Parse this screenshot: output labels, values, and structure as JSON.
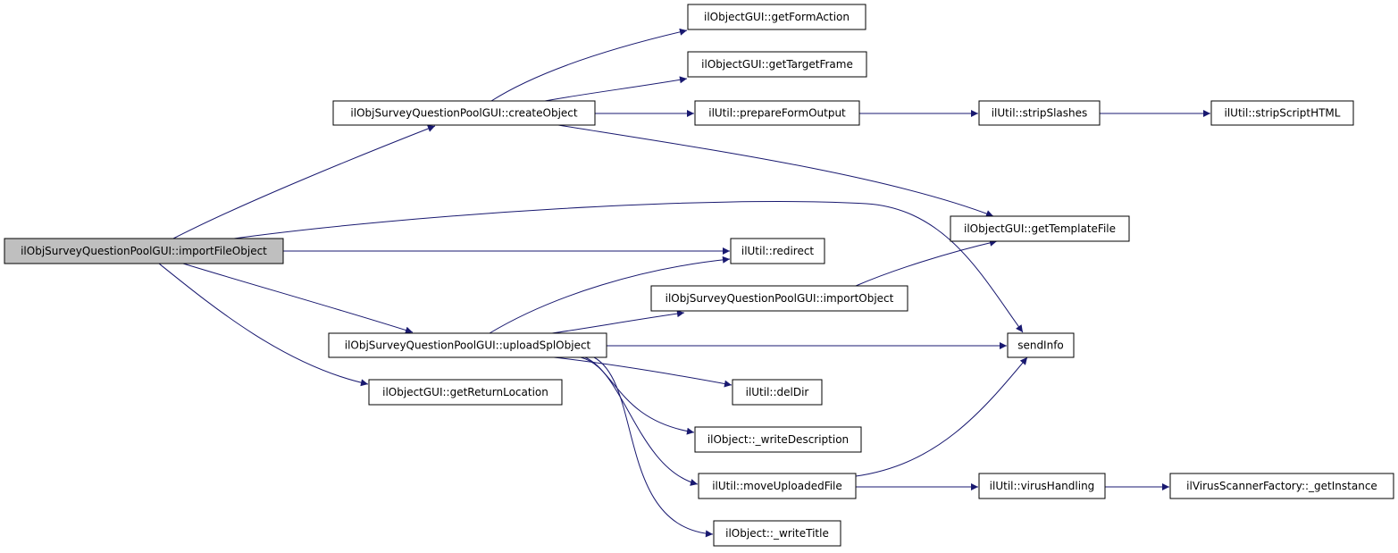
{
  "nodes": {
    "importFileObject": "ilObjSurveyQuestionPoolGUI::importFileObject",
    "createObject": "ilObjSurveyQuestionPoolGUI::createObject",
    "getFormAction": "ilObjectGUI::getFormAction",
    "getTargetFrame": "ilObjectGUI::getTargetFrame",
    "prepareFormOutput": "ilUtil::prepareFormOutput",
    "stripSlashes": "ilUtil::stripSlashes",
    "stripScriptHTML": "ilUtil::stripScriptHTML",
    "getTemplateFile": "ilObjectGUI::getTemplateFile",
    "redirect": "ilUtil::redirect",
    "importObject": "ilObjSurveyQuestionPoolGUI::importObject",
    "uploadSplObject": "ilObjSurveyQuestionPoolGUI::uploadSplObject",
    "sendInfo": "sendInfo",
    "getReturnLocation": "ilObjectGUI::getReturnLocation",
    "delDir": "ilUtil::delDir",
    "writeDescription": "ilObject::_writeDescription",
    "moveUploadedFile": "ilUtil::moveUploadedFile",
    "virusHandling": "ilUtil::virusHandling",
    "getInstance": "ilVirusScannerFactory::_getInstance",
    "writeTitle": "ilObject::_writeTitle"
  },
  "root_node": "importFileObject",
  "edges": [
    [
      "importFileObject",
      "createObject"
    ],
    [
      "importFileObject",
      "sendInfo"
    ],
    [
      "importFileObject",
      "redirect"
    ],
    [
      "importFileObject",
      "uploadSplObject"
    ],
    [
      "importFileObject",
      "getReturnLocation"
    ],
    [
      "createObject",
      "getFormAction"
    ],
    [
      "createObject",
      "getTargetFrame"
    ],
    [
      "createObject",
      "prepareFormOutput"
    ],
    [
      "createObject",
      "getTemplateFile"
    ],
    [
      "prepareFormOutput",
      "stripSlashes"
    ],
    [
      "stripSlashes",
      "stripScriptHTML"
    ],
    [
      "importObject",
      "getTemplateFile"
    ],
    [
      "uploadSplObject",
      "redirect"
    ],
    [
      "uploadSplObject",
      "importObject"
    ],
    [
      "uploadSplObject",
      "sendInfo"
    ],
    [
      "uploadSplObject",
      "delDir"
    ],
    [
      "uploadSplObject",
      "writeDescription"
    ],
    [
      "uploadSplObject",
      "moveUploadedFile"
    ],
    [
      "uploadSplObject",
      "writeTitle"
    ],
    [
      "moveUploadedFile",
      "sendInfo"
    ],
    [
      "moveUploadedFile",
      "virusHandling"
    ],
    [
      "virusHandling",
      "getInstance"
    ]
  ],
  "colors": {
    "edge": "#191970",
    "root_fill": "#bfbfbf",
    "node_fill": "#ffffff",
    "border": "#000000"
  }
}
